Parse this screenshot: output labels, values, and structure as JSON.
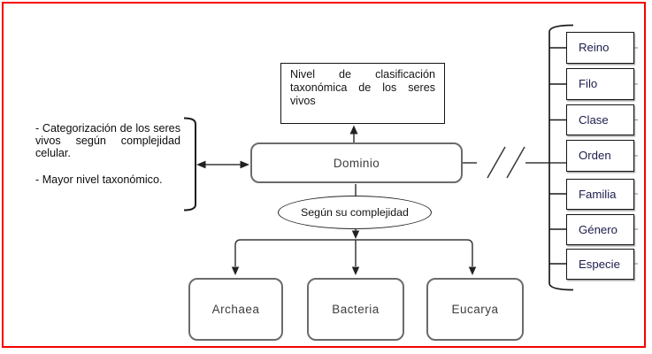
{
  "diagram": {
    "title_box": {
      "text": "Nivel de clasificación taxonómica de los seres vivos"
    },
    "note": {
      "item1": "- Categorización de los seres vivos según complejidad celular.",
      "item2": "- Mayor nivel taxonómico."
    },
    "root": {
      "label": "Dominio"
    },
    "criterion": {
      "label": "Según su complejidad"
    },
    "domains": [
      {
        "label": "Archaea"
      },
      {
        "label": "Bacteria"
      },
      {
        "label": "Eucarya"
      }
    ],
    "taxonomy_levels": [
      {
        "label": "Reino"
      },
      {
        "label": "Filo"
      },
      {
        "label": "Clase"
      },
      {
        "label": "Orden"
      },
      {
        "label": "Familia"
      },
      {
        "label": "Género"
      },
      {
        "label": "Especie"
      }
    ],
    "colors": {
      "frame_border": "#f60000",
      "gray_node_border": "#6b6b6b",
      "thin_node_border": "#141414",
      "taxonomy_text": "#1c1c4e",
      "node_text": "#3d3d3d",
      "connector": "#383838"
    }
  }
}
